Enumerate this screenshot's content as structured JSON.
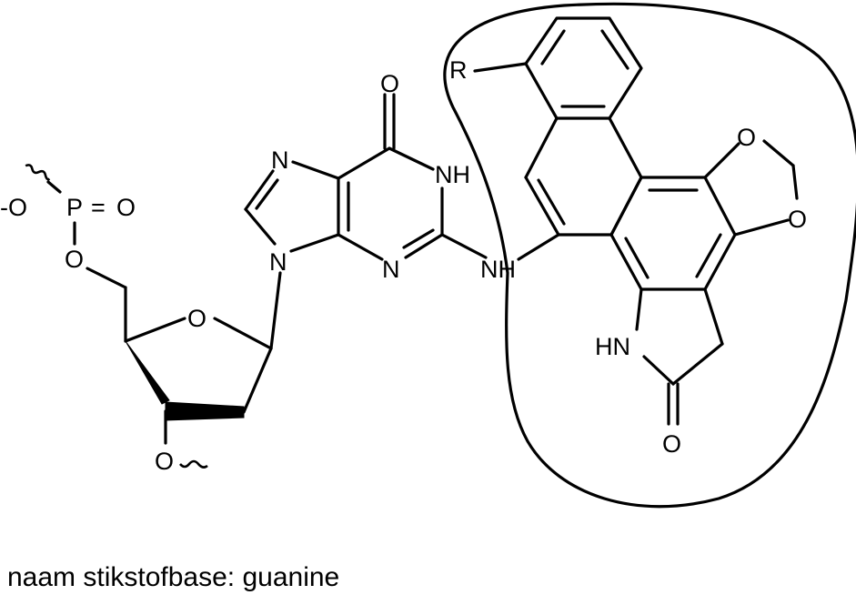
{
  "caption": "naam stikstofbase: guanine",
  "atoms": {
    "phosphate_anion": "-O",
    "phosphorus": "P",
    "double_bond_sign": "=",
    "phosphate_oxo": "O",
    "phosphate_ester_o": "O",
    "sugar_ring_o": "O",
    "sugar_3_o": "O",
    "carbonyl_o": "O",
    "n1_h": "NH",
    "n3": "N",
    "n7": "N",
    "n9": "N",
    "linker_nh": "NH",
    "r_group": "R",
    "dioxole_o_top": "O",
    "dioxole_o_bottom": "O",
    "lactam_nh": "HN",
    "lactam_o": "O"
  }
}
